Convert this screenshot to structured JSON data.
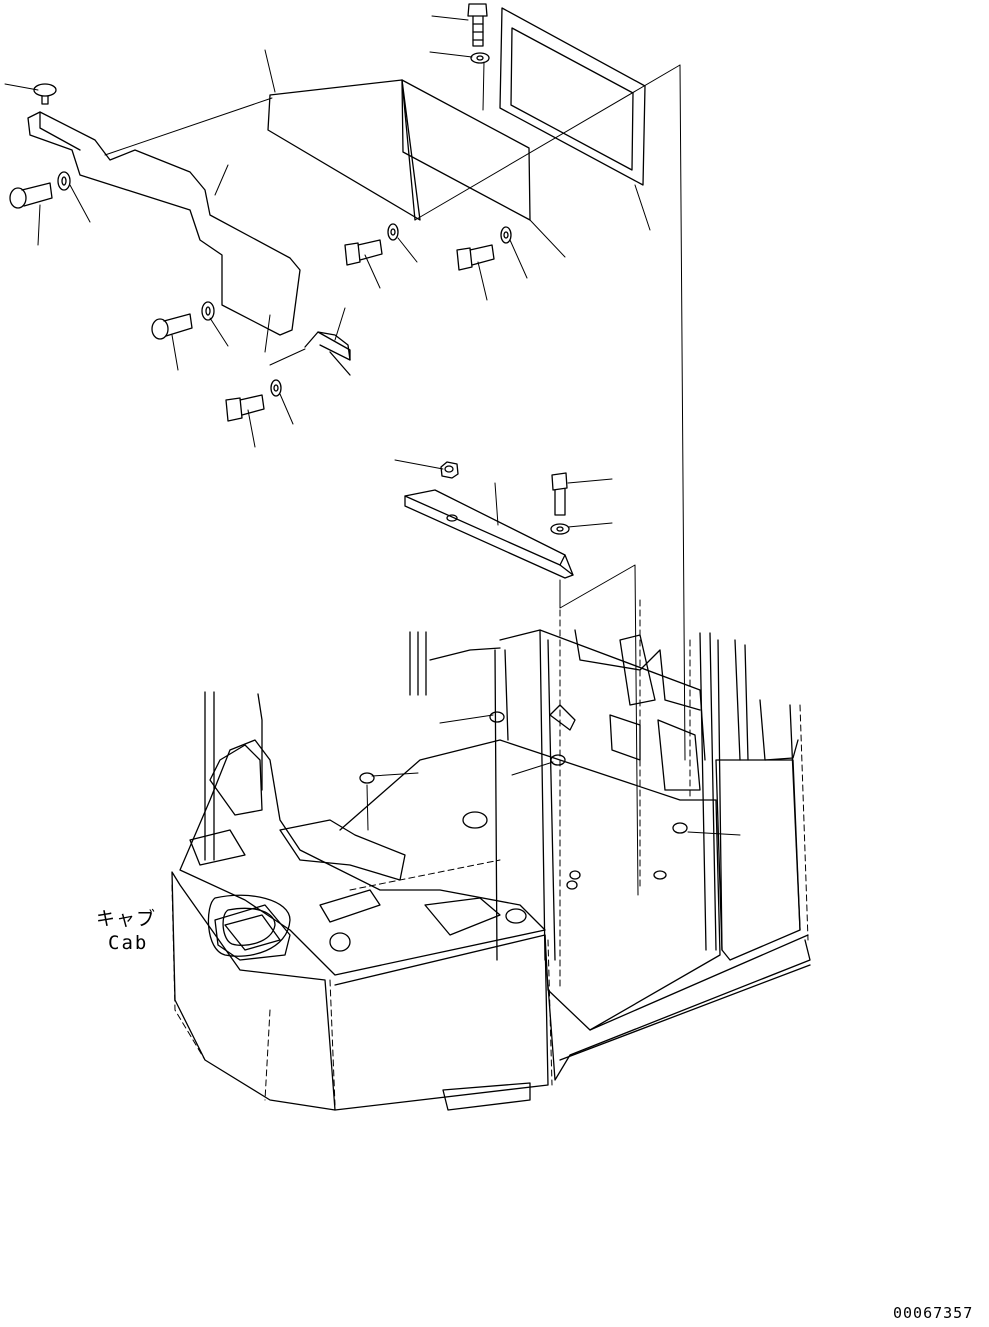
{
  "diagram": {
    "cab_label_japanese": "キャブ",
    "cab_label_english": "Cab",
    "drawing_number": "00067357"
  },
  "style": {
    "line_color": "#000000",
    "background_color": "#ffffff"
  }
}
